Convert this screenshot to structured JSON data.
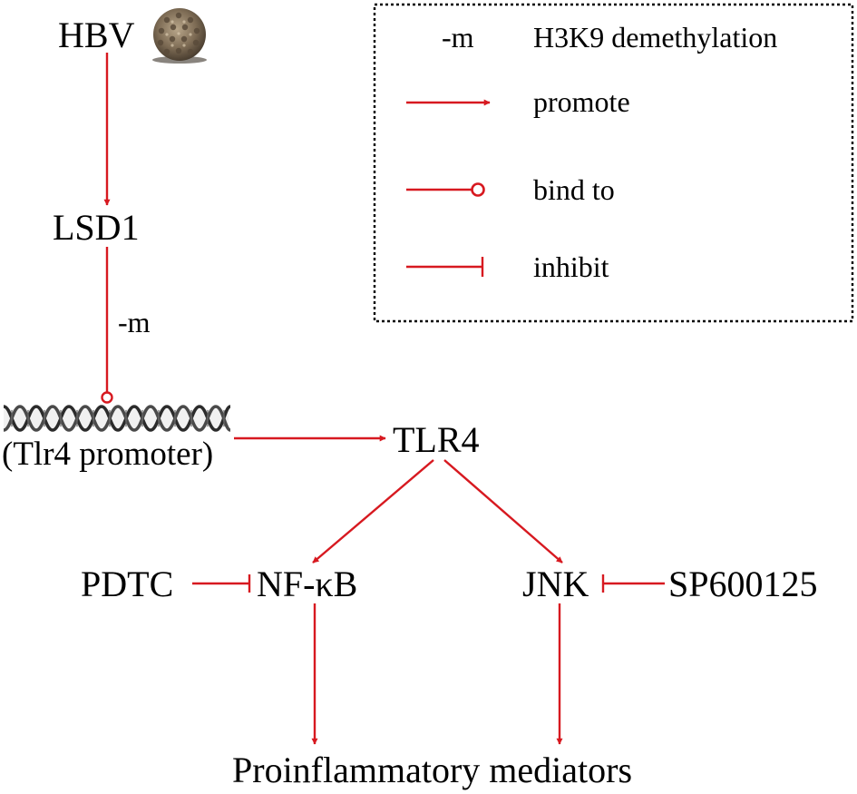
{
  "nodes": {
    "hbv": "HBV",
    "lsd1": "LSD1",
    "demethyl_mark": "-m",
    "promoter": "(Tlr4 promoter)",
    "tlr4": "TLR4",
    "pdtc": "PDTC",
    "nfkb": "NF-κB",
    "jnk": "JNK",
    "sp600125": "SP600125",
    "mediators": "Proinflammatory mediators"
  },
  "legend": {
    "items": [
      {
        "symbol": "-m",
        "label": "H3K9 demethylation"
      },
      {
        "symbol": "arrow",
        "label": "promote"
      },
      {
        "symbol": "circle-end",
        "label": "bind to"
      },
      {
        "symbol": "bar-end",
        "label": "inhibit"
      }
    ]
  },
  "colors": {
    "edge": "#d71920",
    "text": "#000000",
    "dna_strand": "#2b2b2b",
    "virus": "#7a6a55"
  },
  "icons": {
    "virus": "virus-particle-icon",
    "dna": "dna-double-helix-icon"
  }
}
